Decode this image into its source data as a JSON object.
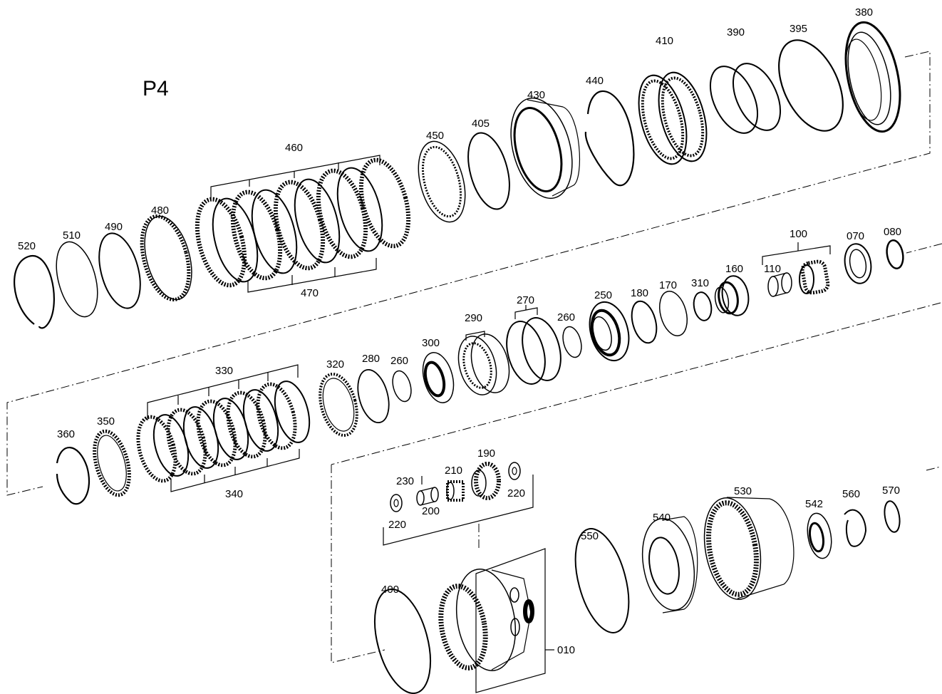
{
  "diagram": {
    "title": "P4",
    "labels": [
      "010",
      "070",
      "080",
      "100",
      "110",
      "160",
      "170",
      "180",
      "190",
      "200",
      "210",
      "220",
      "230",
      "250",
      "260",
      "270",
      "280",
      "290",
      "300",
      "310",
      "320",
      "330",
      "340",
      "350",
      "360",
      "380",
      "390",
      "395",
      "400",
      "405",
      "410",
      "430",
      "440",
      "450",
      "460",
      "470",
      "480",
      "490",
      "510",
      "520",
      "530",
      "540",
      "542",
      "550",
      "560",
      "570"
    ],
    "extra_labels": {
      "220_b": "220",
      "260_b": "260"
    },
    "line_color": "#000000",
    "background": "#ffffff"
  }
}
